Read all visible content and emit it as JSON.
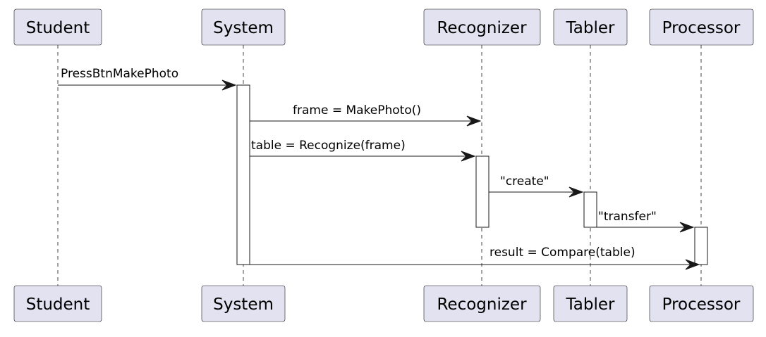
{
  "diagram": {
    "type": "sequence",
    "participants": [
      {
        "id": "student",
        "label": "Student"
      },
      {
        "id": "system",
        "label": "System"
      },
      {
        "id": "recognizer",
        "label": "Recognizer"
      },
      {
        "id": "tabler",
        "label": "Tabler"
      },
      {
        "id": "processor",
        "label": "Processor"
      }
    ],
    "messages": [
      {
        "from": "student",
        "to": "system",
        "label": "PressBtnMakePhoto"
      },
      {
        "from": "system",
        "to": "recognizer",
        "label": "frame = MakePhoto()"
      },
      {
        "from": "system",
        "to": "recognizer",
        "label": "table = Recognize(frame)"
      },
      {
        "from": "recognizer",
        "to": "tabler",
        "label": "\"create\""
      },
      {
        "from": "tabler",
        "to": "processor",
        "label": "\"transfer\""
      },
      {
        "from": "system",
        "to": "processor",
        "label": "result = Compare(table)"
      }
    ],
    "colors": {
      "participant_fill": "#e2e2f0",
      "stroke": "#181818",
      "background": "#ffffff"
    }
  }
}
